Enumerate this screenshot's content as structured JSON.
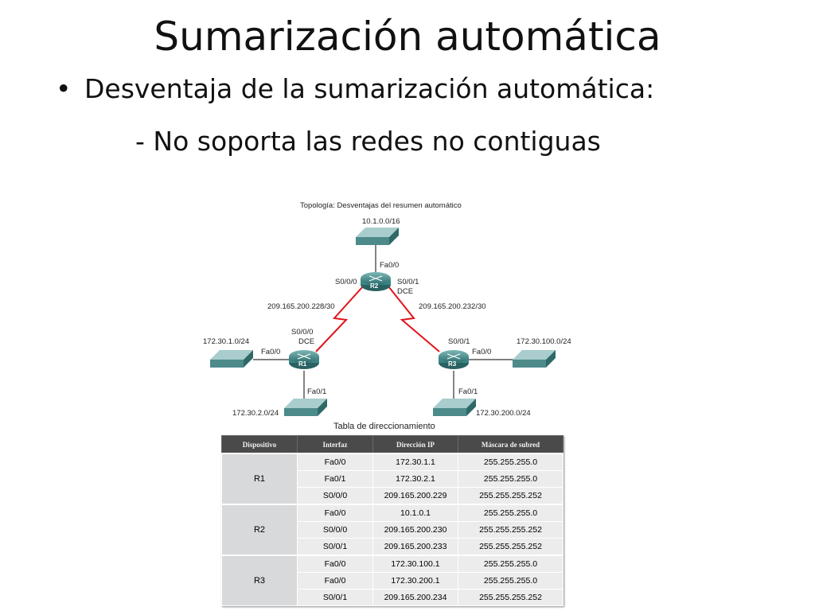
{
  "slide": {
    "title": "Sumarización automática",
    "bullet": "Desventaja de la sumarización automática:",
    "subpoint": "- No soporta las redes no contiguas"
  },
  "topology": {
    "caption": "Topología: Desventajas del resumen automático",
    "r2": {
      "name": "R2",
      "lan": "10.1.0.0/16",
      "fa_iface": "Fa0/0",
      "s0_left": "S0/0/0",
      "s0_right": "S0/0/1",
      "dce": "DCE"
    },
    "r1": {
      "name": "R1",
      "lan0": "172.30.1.0/24",
      "lan1": "172.30.2.0/24",
      "s0_iface": "S0/0/0",
      "dce": "DCE",
      "fa0": "Fa0/0",
      "fa1": "Fa0/1"
    },
    "r3": {
      "name": "R3",
      "lan0": "172.30.100.0/24",
      "lan1": "172.30.200.0/24",
      "s0_iface": "S0/0/1",
      "fa0": "Fa0/0",
      "fa1": "Fa0/1"
    },
    "link_r1_r2": "209.165.200.228/30",
    "link_r2_r3": "209.165.200.232/30",
    "colors": {
      "serial_link": "#e0141c",
      "router": "#3b8585",
      "switch": "#5f9a9a"
    }
  },
  "table": {
    "title": "Tabla de direccionamiento",
    "headers": [
      "Dispositivo",
      "Interfaz",
      "Dirección IP",
      "Máscara de subred"
    ],
    "groups": [
      {
        "device": "R1",
        "rows": [
          [
            "Fa0/0",
            "172.30.1.1",
            "255.255.255.0"
          ],
          [
            "Fa0/1",
            "172.30.2.1",
            "255.255.255.0"
          ],
          [
            "S0/0/0",
            "209.165.200.229",
            "255.255.255.252"
          ]
        ]
      },
      {
        "device": "R2",
        "rows": [
          [
            "Fa0/0",
            "10.1.0.1",
            "255.255.255.0"
          ],
          [
            "S0/0/0",
            "209.165.200.230",
            "255.255.255.252"
          ],
          [
            "S0/0/1",
            "209.165.200.233",
            "255.255.255.252"
          ]
        ]
      },
      {
        "device": "R3",
        "rows": [
          [
            "Fa0/0",
            "172.30.100.1",
            "255.255.255.0"
          ],
          [
            "Fa0/0",
            "172.30.200.1",
            "255.255.255.0"
          ],
          [
            "S0/0/1",
            "209.165.200.234",
            "255.255.255.252"
          ]
        ]
      }
    ]
  }
}
